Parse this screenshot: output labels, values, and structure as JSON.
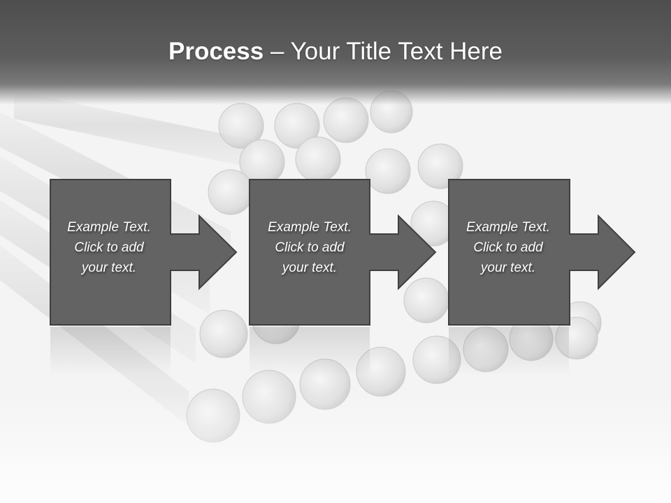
{
  "slide": {
    "title_bold": "Process",
    "title_rest": " – Your Title Text Here",
    "background_image": "stacked-metal-pipes"
  },
  "steps": [
    {
      "line1": "Example Text.",
      "line2": "Click  to add",
      "line3": "your text."
    },
    {
      "line1": "Example Text.",
      "line2": "Click  to add",
      "line3": "your text."
    },
    {
      "line1": "Example Text.",
      "line2": "Click  to add",
      "line3": "your text."
    }
  ],
  "colors": {
    "box_fill": "#636363",
    "box_stroke": "#3f3f3f",
    "title_bar": "#555555",
    "text": "#ffffff"
  }
}
